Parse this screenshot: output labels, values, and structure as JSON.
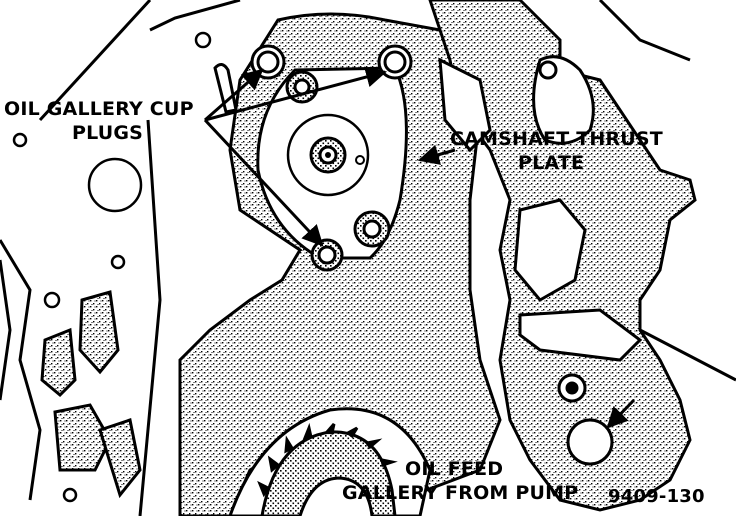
{
  "labels": {
    "oil_gallery_cup_plugs": [
      "OIL GALLERY CUP",
      "PLUGS"
    ],
    "camshaft_thrust_plate": [
      "CAMSHAFT THRUST",
      "PLATE"
    ],
    "oil_feed_gallery": [
      "OIL FEED",
      "GALLERY FROM PUMP"
    ],
    "figure_number": "9409-130"
  },
  "colors": {
    "ink": "#000000",
    "paper": "#ffffff",
    "stipple": "#000000"
  }
}
